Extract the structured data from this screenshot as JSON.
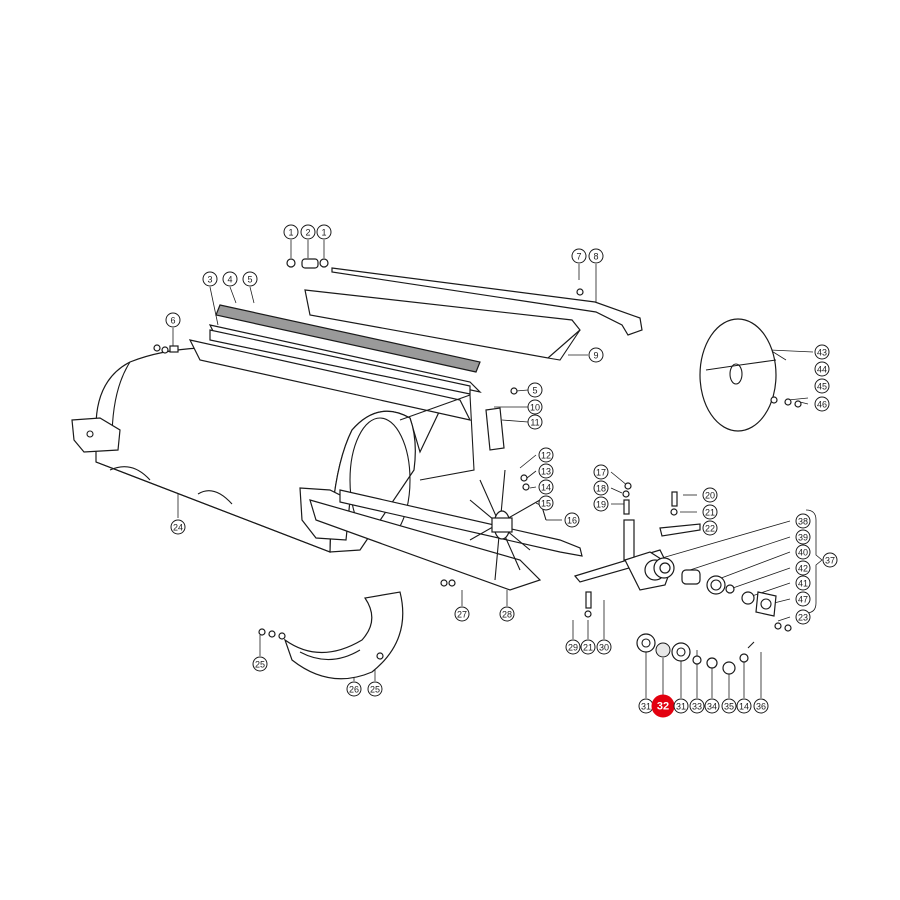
{
  "diagram": {
    "highlight_color": "#e3000f",
    "highlighted_part": "32",
    "callouts": [
      {
        "id": "c1a",
        "label": "1"
      },
      {
        "id": "c2",
        "label": "2"
      },
      {
        "id": "c1b",
        "label": "1"
      },
      {
        "id": "c7",
        "label": "7"
      },
      {
        "id": "c8",
        "label": "8"
      },
      {
        "id": "c3",
        "label": "3"
      },
      {
        "id": "c4",
        "label": "4"
      },
      {
        "id": "c5a",
        "label": "5"
      },
      {
        "id": "c6",
        "label": "6"
      },
      {
        "id": "c9",
        "label": "9"
      },
      {
        "id": "c43",
        "label": "43"
      },
      {
        "id": "c44",
        "label": "44"
      },
      {
        "id": "c45",
        "label": "45"
      },
      {
        "id": "c46",
        "label": "46"
      },
      {
        "id": "c5b",
        "label": "5"
      },
      {
        "id": "c10",
        "label": "10"
      },
      {
        "id": "c11",
        "label": "11"
      },
      {
        "id": "c12",
        "label": "12"
      },
      {
        "id": "c13",
        "label": "13"
      },
      {
        "id": "c14a",
        "label": "14"
      },
      {
        "id": "c15",
        "label": "15"
      },
      {
        "id": "c16",
        "label": "16"
      },
      {
        "id": "c17",
        "label": "17"
      },
      {
        "id": "c18",
        "label": "18"
      },
      {
        "id": "c19",
        "label": "19"
      },
      {
        "id": "c20",
        "label": "20"
      },
      {
        "id": "c21a",
        "label": "21"
      },
      {
        "id": "c22",
        "label": "22"
      },
      {
        "id": "c38",
        "label": "38"
      },
      {
        "id": "c39",
        "label": "39"
      },
      {
        "id": "c40",
        "label": "40"
      },
      {
        "id": "c42",
        "label": "42"
      },
      {
        "id": "c41",
        "label": "41"
      },
      {
        "id": "c47",
        "label": "47"
      },
      {
        "id": "c23",
        "label": "23"
      },
      {
        "id": "c37",
        "label": "37"
      },
      {
        "id": "c24",
        "label": "24"
      },
      {
        "id": "c27",
        "label": "27"
      },
      {
        "id": "c28",
        "label": "28"
      },
      {
        "id": "c29",
        "label": "29"
      },
      {
        "id": "c21b",
        "label": "21"
      },
      {
        "id": "c30",
        "label": "30"
      },
      {
        "id": "c25a",
        "label": "25"
      },
      {
        "id": "c26",
        "label": "26"
      },
      {
        "id": "c25b",
        "label": "25"
      },
      {
        "id": "c31a",
        "label": "31"
      },
      {
        "id": "c32",
        "label": "32"
      },
      {
        "id": "c31b",
        "label": "31"
      },
      {
        "id": "c33",
        "label": "33"
      },
      {
        "id": "c34",
        "label": "34"
      },
      {
        "id": "c35",
        "label": "35"
      },
      {
        "id": "c14b",
        "label": "14"
      },
      {
        "id": "c36",
        "label": "36"
      }
    ]
  }
}
